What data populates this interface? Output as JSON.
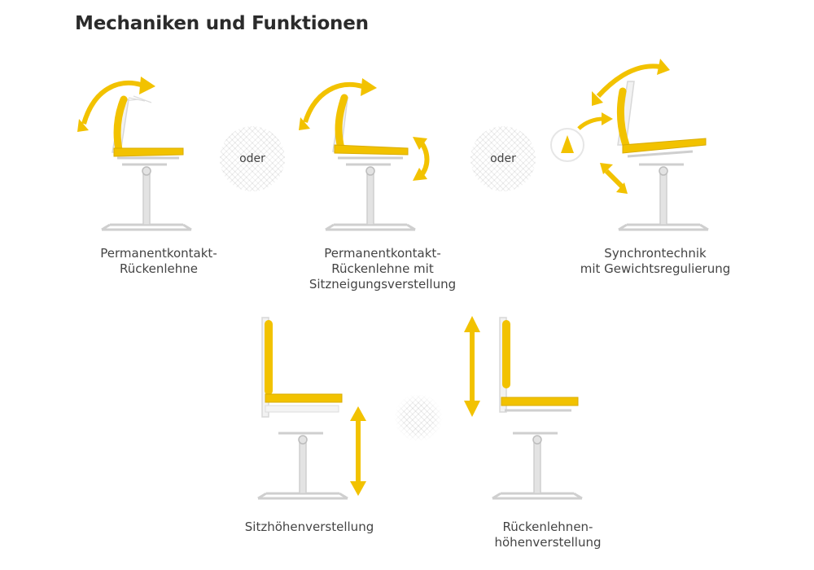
{
  "title": "Mechaniken und Funktionen",
  "connector_label": "oder",
  "colors": {
    "accent": "#f2c200",
    "frame": "#cfcfcf",
    "text": "#444444"
  },
  "mechanisms": [
    {
      "name": "permanent-contact",
      "lines": [
        "Permanentkontakt-",
        "Rückenlehne"
      ]
    },
    {
      "name": "permanent-contact-tilt",
      "lines": [
        "Permanentkontakt-",
        "Rückenlehne mit",
        "Sitzneigungsverstellung"
      ]
    },
    {
      "name": "synchro",
      "lines": [
        "Synchrontechnik",
        "mit Gewichtsregulierung"
      ]
    },
    {
      "name": "seat-height",
      "lines": [
        "Sitzhöhenverstellung"
      ]
    },
    {
      "name": "backrest-height",
      "lines": [
        "Rückenlehnen-",
        "höhenverstellung"
      ]
    }
  ]
}
